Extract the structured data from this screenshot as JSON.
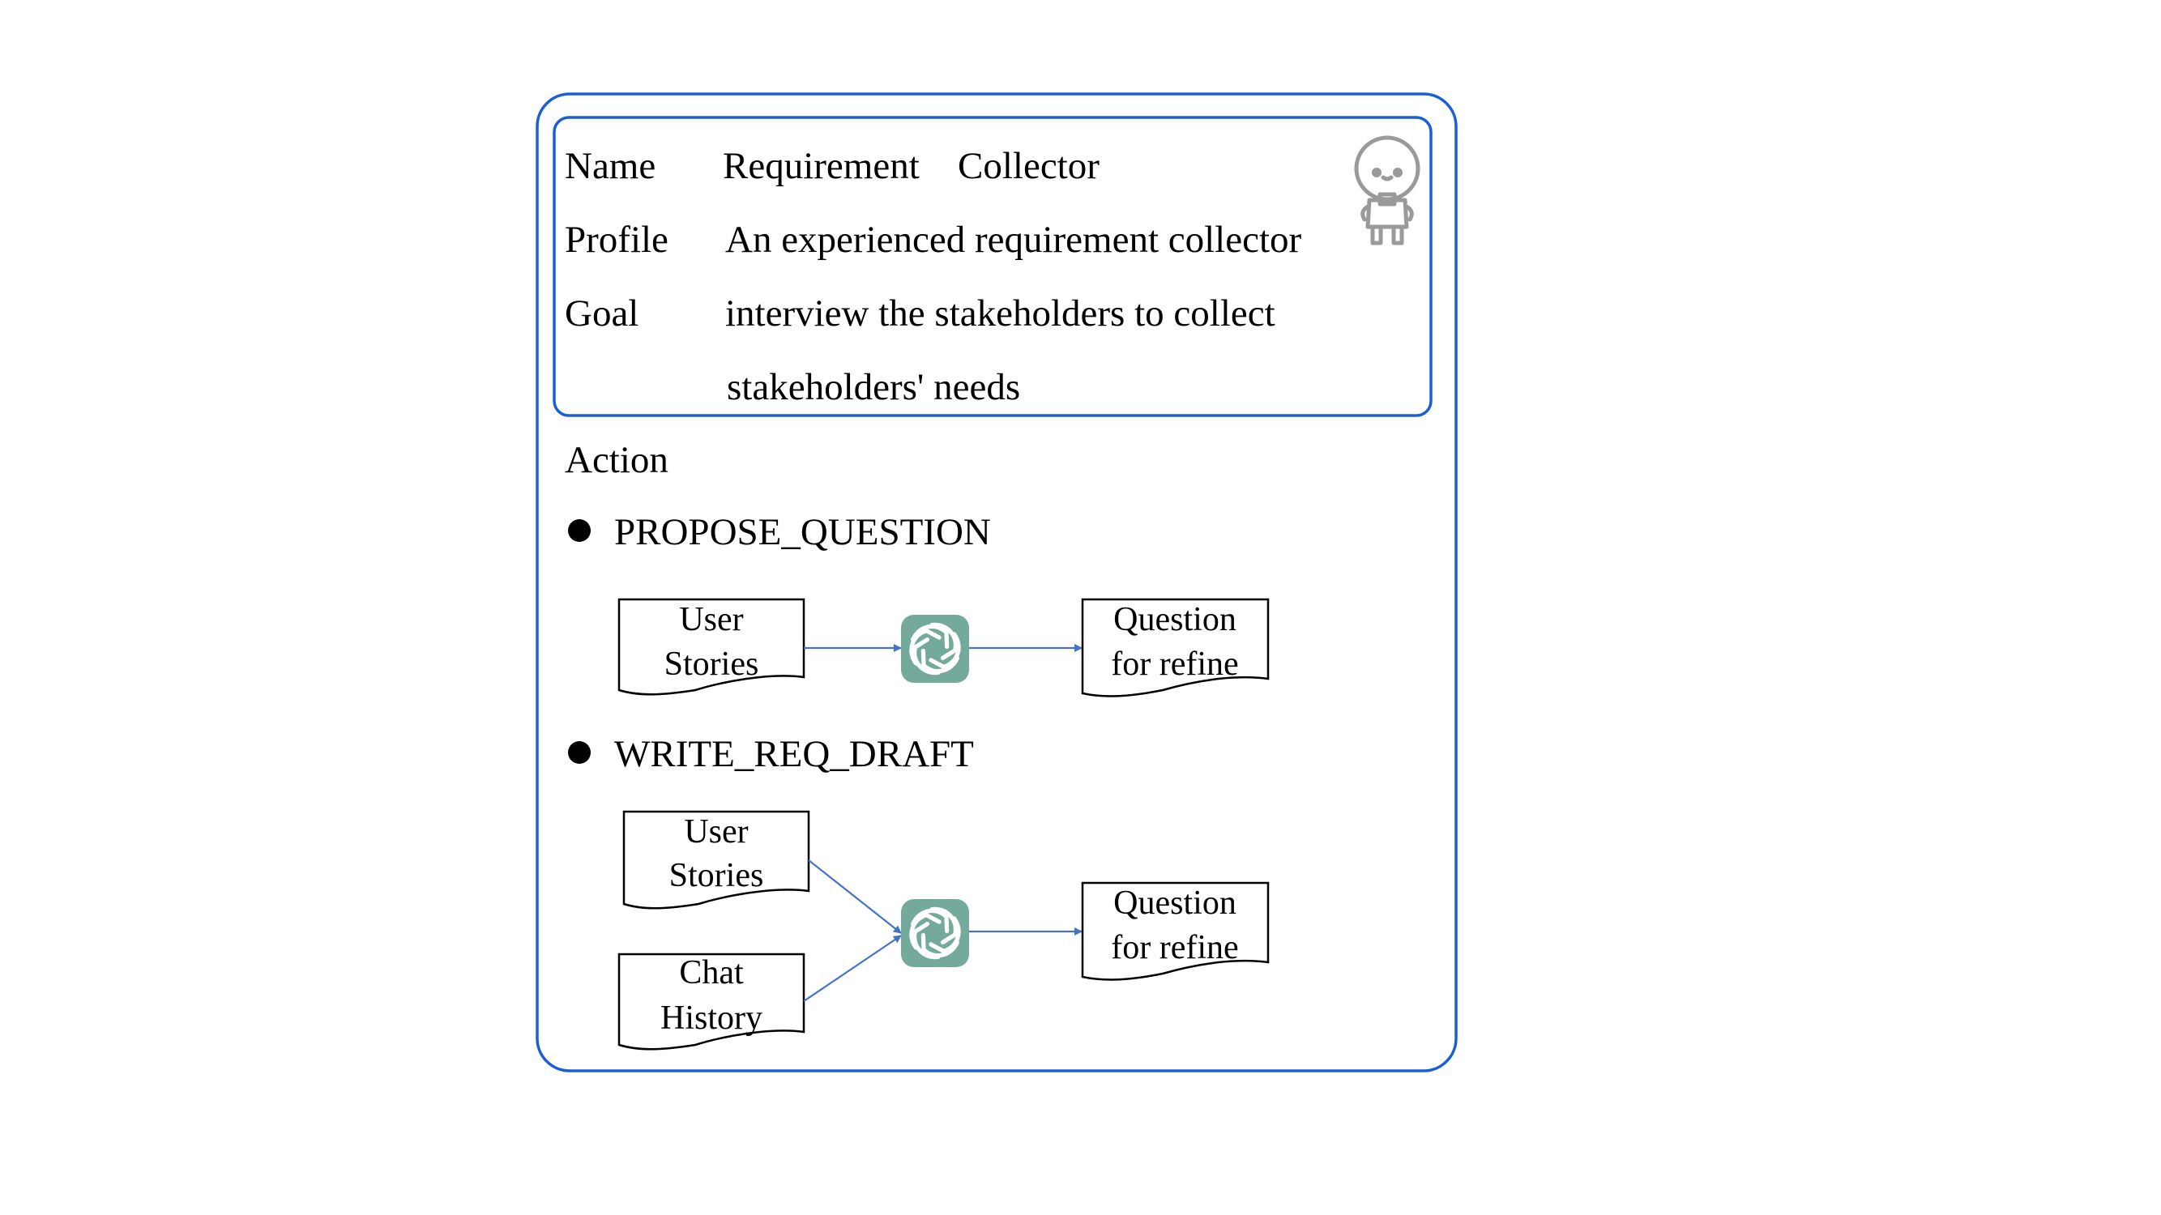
{
  "agent": {
    "name_label": "Name",
    "name_value_1": "Requirement",
    "name_value_2": "Collector",
    "profile_label": "Profile",
    "profile_value": "An experienced requirement collector",
    "goal_label": "Goal",
    "goal_value_line1": "interview the stakeholders to collect",
    "goal_value_line2": "stakeholders' needs",
    "avatar_icon": "robot-avatar-icon"
  },
  "action_heading": "Action",
  "actions": [
    {
      "title": "PROPOSE_QUESTION",
      "inputs": [
        {
          "line1": "User",
          "line2": "Stories"
        }
      ],
      "processor_icon": "openai-logo-icon",
      "output": {
        "line1": "Question",
        "line2": "for refine"
      }
    },
    {
      "title": "WRITE_REQ_DRAFT",
      "inputs": [
        {
          "line1": "User",
          "line2": "Stories"
        },
        {
          "line1": "Chat",
          "line2": "History"
        }
      ],
      "processor_icon": "openai-logo-icon",
      "output": {
        "line1": "Question",
        "line2": "for refine"
      }
    }
  ],
  "colors": {
    "frame_blue": "#1a5fd6",
    "arrow_blue": "#4472c4",
    "logo_green": "#74aa9c",
    "avatar_gray": "#9a9a9a"
  }
}
